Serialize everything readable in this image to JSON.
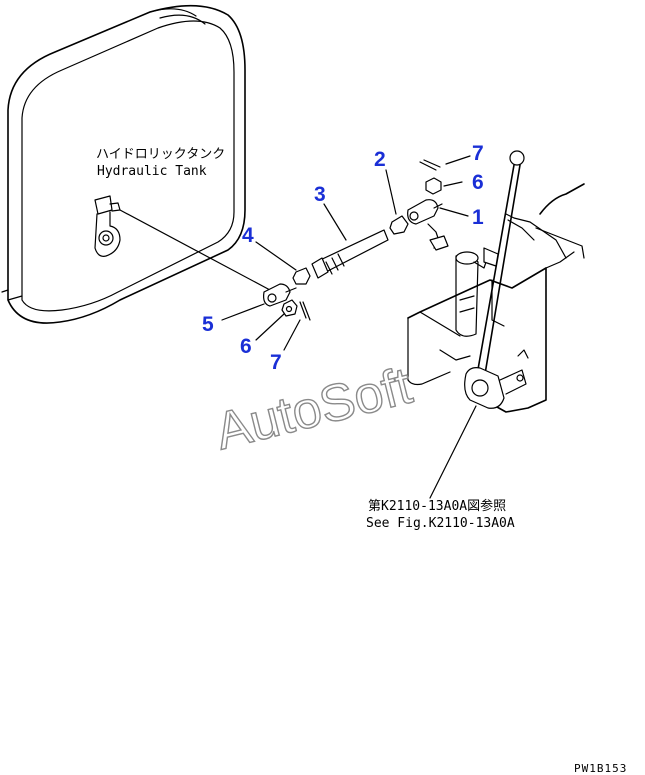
{
  "tank_label": {
    "jp": "ハイドロリックタンク",
    "en": "Hydraulic Tank"
  },
  "reference": {
    "jp": "第K2110-13A0A図参照",
    "en": "See Fig.K2110-13A0A"
  },
  "watermark": "AutoSoft",
  "figure_code": "PW1B153",
  "callout_color": "#1a2fd6",
  "callouts": [
    "7",
    "2",
    "6",
    "3",
    "1",
    "4",
    "5",
    "6",
    "7"
  ]
}
